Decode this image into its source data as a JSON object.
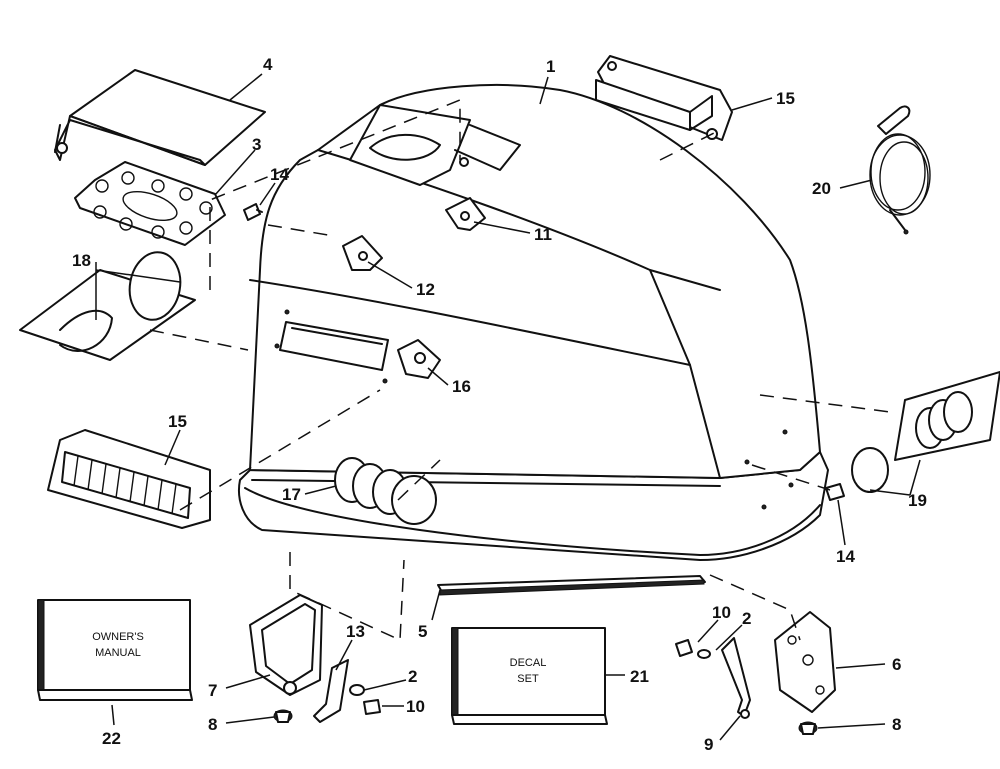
{
  "callouts": {
    "c1": "1",
    "c2a": "2",
    "c2b": "2",
    "c3": "3",
    "c4": "4",
    "c5": "5",
    "c6": "6",
    "c7": "7",
    "c8a": "8",
    "c8b": "8",
    "c9": "9",
    "c10a": "10",
    "c10b": "10",
    "c11": "11",
    "c12": "12",
    "c13": "13",
    "c14a": "14",
    "c14b": "14",
    "c15a": "15",
    "c15b": "15",
    "c16": "16",
    "c17": "17",
    "c18": "18",
    "c19": "19",
    "c20": "20",
    "c21": "21",
    "c22": "22"
  },
  "boxes": {
    "owners_manual_line1": "OWNER'S",
    "owners_manual_line2": "MANUAL",
    "decal_set_line1": "DECAL",
    "decal_set_line2": "SET"
  }
}
